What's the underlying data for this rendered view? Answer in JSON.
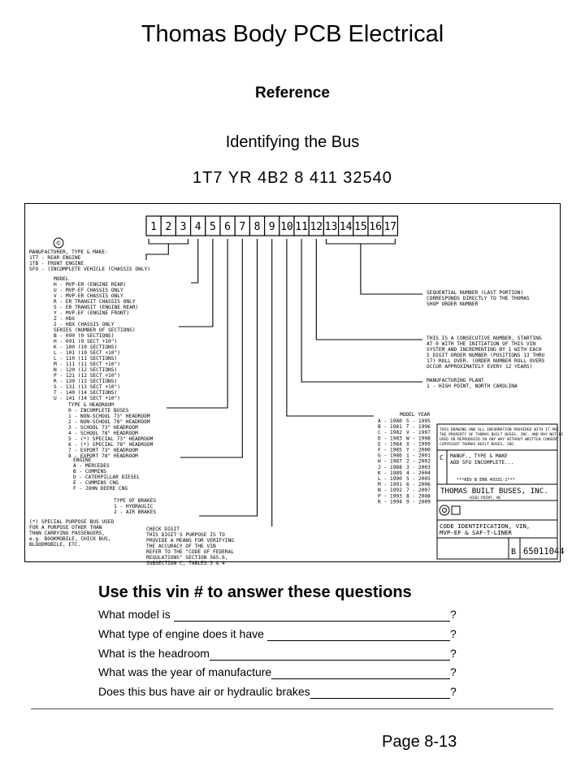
{
  "header": {
    "title": "Thomas Body PCB Electrical",
    "section": "Reference",
    "subtitle": "Identifying the Bus",
    "vin": "1T7 YR 4B2 8 411 32540"
  },
  "diagram": {
    "boxes": [
      "1",
      "2",
      "3",
      "4",
      "5",
      "6",
      "7",
      "8",
      "9",
      "10",
      "11",
      "12",
      "13",
      "14",
      "15",
      "16",
      "17"
    ],
    "copyright_mark": "©",
    "manufacturer": {
      "heading": "MANUFACTURER, TYPE & MAKE:",
      "lines": [
        "1T7 - REAR ENGINE",
        "1TB - FRONT ENGINE",
        "5FO - (INCOMPLETE VEHICLE (CHASSIS ONLY)"
      ]
    },
    "model": {
      "heading": "MODEL",
      "lines": [
        "H - MVP-ER (ENGINE REAR)",
        "U - MVP-EF CHASSIS ONLY",
        "V - MVP-ER CHASSIS ONLY",
        "R - ER TRANSIT CHASSIS ONLY",
        "S - ER TRANSIT (ENGINE REAR)",
        "Y - MVP-EF (ENGINE FRONT)",
        "Z - HDX",
        "2 - HDX CHASSIS ONLY"
      ]
    },
    "series": {
      "heading": "SERIES (NUMBER OF SECTIONS)",
      "lines": [
        "B - 090 (9 SECTIONS)",
        "H - 091 (9 SECT +10\")",
        "K - 100 (10 SECTIONS)",
        "L - 101 (10 SECT +10\")",
        "L - 110 (11 SECTIONS)",
        "M - 111 (11 SECT +10\")",
        "N - 120 (12 SECTIONS)",
        "P - 121 (12 SECT +10\")",
        "R - 130 (13 SECTIONS)",
        "S - 131 (13 SECT +10\")",
        "T - 140 (14 SECTIONS)",
        "U - 141 (14 SECT +10\")"
      ]
    },
    "headroom": {
      "heading": "TYPE & HEADROOM",
      "lines": [
        "0 - INCOMPLETE BUSES",
        "1 - NON-SCHOOL 73\" HEADROOM",
        "2 - NON-SCHOOL 78\" HEADROOM",
        "3 - SCHOOL 73\" HEADROOM",
        "4 - SCHOOL 78\" HEADROOM",
        "5 - (*) SPECIAL 73\" HEADROOM",
        "6 - (*) SPECIAL 78\" HEADROOM",
        "7 - EXPORT 73\" HEADROOM",
        "8 - EXPORT 78\" HEADROOM"
      ]
    },
    "engine": {
      "heading": "ENGINE",
      "lines": [
        "A - MERCEDES",
        "B - CUMMINS",
        "D - CATERPILLAR DIESEL",
        "E - CUMMINS CNG",
        "F - JOHN DEERE CNG"
      ]
    },
    "brakes": {
      "heading": "TYPE OF BRAKES",
      "lines": [
        "1 - HYDRAULIC",
        "2 - AIR BRAKES"
      ]
    },
    "check_digit": {
      "heading": "CHECK DIGIT",
      "lines": [
        "THIS DIGIT'S PURPOSE IS TO",
        "PROVIDE A MEANS FOR VERIFYING",
        "THE ACCURACY OF THE VIN",
        "REFER TO THE \"CODE OF FEDERAL",
        "REGULATIONS\" SECTION 565.6,",
        "SUBSECTION C, TABLES 3 & 4"
      ]
    },
    "special_note": {
      "lines": [
        "(*) SPECIAL PURPOSE BUS USED",
        "FOR A PURPOSE OTHER THAN",
        "THAN CARRYING PASSENGERS,",
        "e.g. BOOKMOBILE, CHICK BUS,",
        "BLOODMOBILE, ETC."
      ]
    },
    "model_year": {
      "heading": "MODEL YEAR",
      "rows": [
        [
          "A - 1980",
          "S - 1995"
        ],
        [
          "B - 1981",
          "T - 1996"
        ],
        [
          "C - 1982",
          "V - 1997"
        ],
        [
          "D - 1983",
          "W - 1998"
        ],
        [
          "E - 1984",
          "X - 1999"
        ],
        [
          "F - 1985",
          "Y - 2000"
        ],
        [
          "G - 1986",
          "1 - 2001"
        ],
        [
          "H - 1987",
          "2 - 2002"
        ],
        [
          "J - 1988",
          "3 - 2003"
        ],
        [
          "K - 1989",
          "4 - 2004"
        ],
        [
          "L - 1990",
          "5 - 2005"
        ],
        [
          "M - 1991",
          "6 - 2006"
        ],
        [
          "N - 1992",
          "7 - 2007"
        ],
        [
          "P - 1993",
          "8 - 2008"
        ],
        [
          "R - 1994",
          "9 - 2009"
        ]
      ]
    },
    "sequential": {
      "lines": [
        "SEQUENTIAL NUMBER (LAST PORTION)",
        "CORRESPONDS DIRECTLY TO THE THOMAS",
        "SHOP ORDER NUMBER"
      ]
    },
    "consecutive": {
      "lines": [
        "THIS IS A CONSECUTIVE NUMBER, STARTING",
        "AT 0 WITH THE INITIATION OF THIS VIN",
        "SYSTEM AND INCREMENTING BY 1 WITH EACH",
        "5 DIGIT ORDER NUMBER (POSITIONS 13 THRU",
        "17) ROLL OVER. (ORDER NUMBER ROLL OVERS",
        "OCCUR APPROXIMATELY EVERY 12 YEARS)"
      ]
    },
    "plant": {
      "heading": "MANUFACTURING PLANT",
      "lines": [
        "1 - HIGH POINT, NORTH CAROLINA"
      ]
    },
    "title_block": {
      "notice_lines": [
        "THIS DRAWING AND ALL INFORMATION PROVIDED WITH IT ARE",
        "THE PROPERTY OF THOMAS BUILT BUSES, INC. AND MAY NOT BE",
        "USED OR REPRODUCED IN ANY WAY WITHOUT WRITTEN CONSENT.",
        "COPYRIGHT THOMAS BUILT BUSES, INC."
      ],
      "rev_letter": "C",
      "rev_lines": [
        "MANUF., TYPE & MAKE",
        "ADD 5FO INCOMPLETE..."
      ],
      "rev_footer": "***REV B   ERN 40331-1***",
      "company": "THOMAS BUILT BUSES, INC.",
      "company_sub": "HIGH POINT, NC",
      "drawing_title_lines": [
        "CODE IDENTIFICATION, VIN,",
        "MVP-EF & SAF-T-LINER"
      ],
      "size_letter": "B",
      "drawing_number": "65011044"
    }
  },
  "questions": {
    "heading": "Use this vin # to answer these questions",
    "items": [
      {
        "text": "What model is ",
        "end": "?"
      },
      {
        "text": "What type of engine does it have ",
        "end": "?"
      },
      {
        "text": "What is the headroom",
        "end": "?"
      },
      {
        "text": "What was the year of manufacture",
        "end": "?"
      },
      {
        "text": "Does this bus have air or hydraulic brakes",
        "end": "?"
      }
    ]
  },
  "footer": {
    "page": "Page 8-13"
  }
}
